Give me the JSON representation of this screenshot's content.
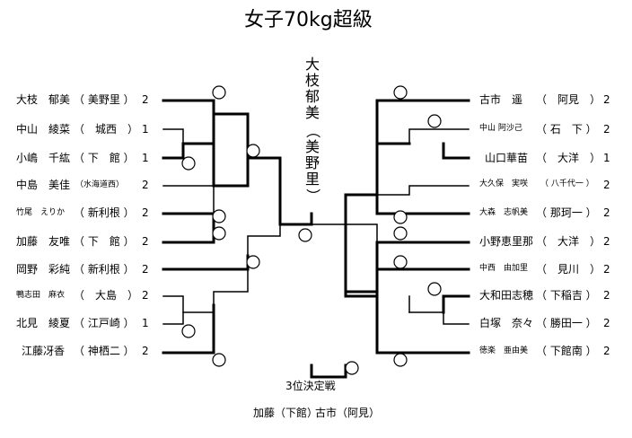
{
  "title": "女子70kg超級",
  "champion": {
    "name_chars": [
      "大",
      "枝",
      "郁",
      "美",
      "（",
      "美",
      "野",
      "里",
      "）"
    ]
  },
  "left_entries": [
    {
      "name": "大枝　郁美",
      "team": "（ 美野里 ）",
      "score": "2"
    },
    {
      "name": "中山　綾菜",
      "team": "（　城西　）",
      "score": "1"
    },
    {
      "name": "小嶋　千紘",
      "team": "（ 下　館 ）",
      "score": "1"
    },
    {
      "name": "中島　美佳",
      "team": "（水海道西）",
      "score": "2"
    },
    {
      "name": "竹尾　えりか",
      "team": "（ 新利根 ）",
      "score": "2"
    },
    {
      "name": "加藤　友唯",
      "team": "（ 下　館 ）",
      "score": "2"
    },
    {
      "name": "岡野　彩純",
      "team": "（ 新利根 ）",
      "score": "2"
    },
    {
      "name": "鴨志田　麻衣",
      "team": "（　大島　）",
      "score": "2"
    },
    {
      "name": "北見　綾夏",
      "team": "（ 江戸崎 ）",
      "score": "1"
    },
    {
      "name": "江藤冴香",
      "team": "（ 神栖二 ）",
      "score": "2"
    }
  ],
  "right_entries": [
    {
      "name": "古市　遥",
      "team": "（　阿見　）",
      "score": "2"
    },
    {
      "name": "中山 阿沙己",
      "team": "（ 石　下 ）",
      "score": "2"
    },
    {
      "name": "山口華苗",
      "team": "（　大洋　）",
      "score": "1"
    },
    {
      "name": "大久保　実咲",
      "team": "（ 八千代一 ）",
      "score": "2"
    },
    {
      "name": "大森　志帆美",
      "team": "（ 那珂一 ）",
      "score": "2"
    },
    {
      "name": "小野恵里那",
      "team": "（　大洋　）",
      "score": "2"
    },
    {
      "name": "中西　由加里",
      "team": "（　見川　）",
      "score": "2"
    },
    {
      "name": "大和田志穂",
      "team": "（ 下稲吉 ）",
      "score": "2"
    },
    {
      "name": "白塚　奈々",
      "team": "（ 勝田一 ）",
      "score": "2"
    },
    {
      "name": "徳楽　亜由美",
      "team": "（ 下館南 ）",
      "score": "2"
    }
  ],
  "third_place": {
    "label": "3位決定戦",
    "left": "加藤（下館）",
    "right": "古市（阿見）"
  },
  "colors": {
    "line": "#000000",
    "background": "#ffffff"
  }
}
